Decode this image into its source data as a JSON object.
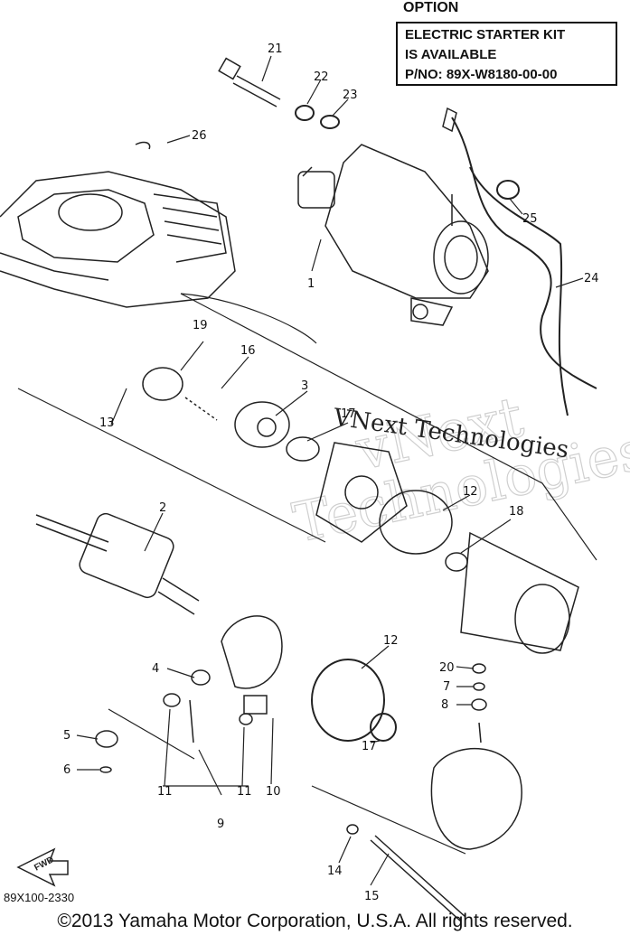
{
  "option_box": {
    "title": "OPTION",
    "lines": [
      "ELECTRIC STARTER KIT",
      "IS AVAILABLE",
      "P/NO: 89X-W8180-00-00"
    ]
  },
  "watermark": {
    "line1": "VNext Technologies",
    "big1": "vNext",
    "big2": "Technologies"
  },
  "part_labels": [
    "1",
    "2",
    "3",
    "4",
    "5",
    "6",
    "7",
    "8",
    "9",
    "10",
    "11",
    "11",
    "12",
    "12",
    "13",
    "14",
    "15",
    "16",
    "17",
    "17",
    "18",
    "19",
    "20",
    "21",
    "22",
    "23",
    "24",
    "25",
    "26"
  ],
  "fwd_label": "FWD",
  "diagram_code": "89X100-2330",
  "copyright": "©2013 Yamaha Motor Corporation, U.S.A. All rights reserved."
}
